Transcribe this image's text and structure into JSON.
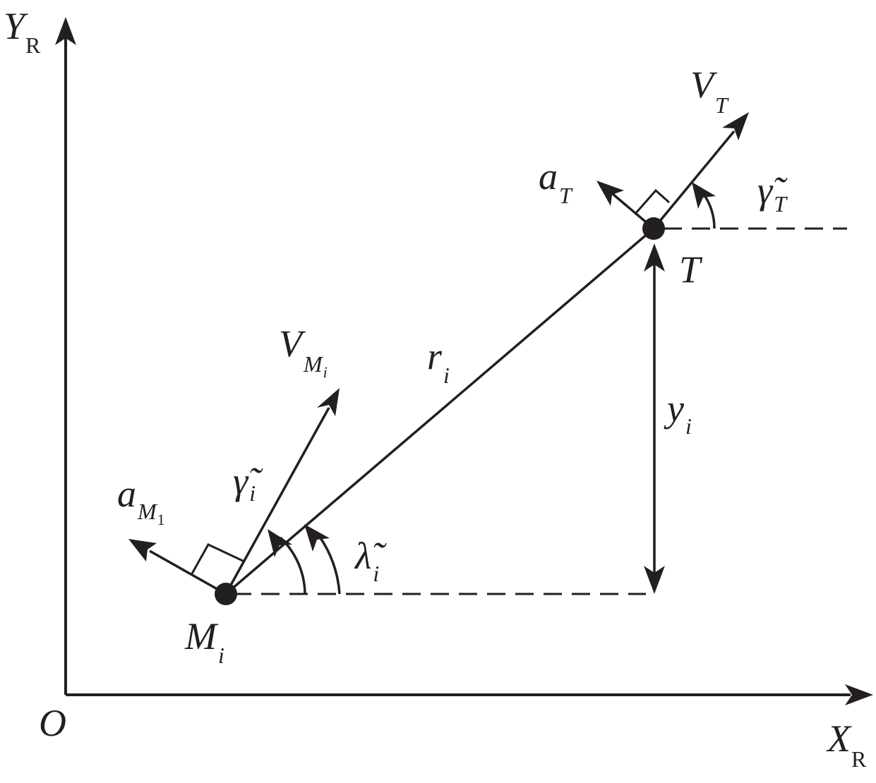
{
  "axes": {
    "y_label": "Y",
    "y_sub": "R",
    "x_label": "X",
    "x_sub": "R",
    "origin": "O"
  },
  "points": {
    "missile": {
      "label": "M",
      "sub": "i"
    },
    "target": {
      "label": "T"
    }
  },
  "vectors": {
    "missile_velocity": {
      "label": "V",
      "sub": "M",
      "subsub": "i"
    },
    "missile_accel": {
      "label": "a",
      "sub": "M",
      "subsub": "1"
    },
    "target_velocity": {
      "label": "V",
      "sub": "T"
    },
    "target_accel": {
      "label": "a",
      "sub": "T"
    }
  },
  "segments": {
    "range": {
      "label": "r",
      "sub": "i"
    },
    "height": {
      "label": "y",
      "sub": "i"
    }
  },
  "angles": {
    "missile_path": {
      "label": "γ̃",
      "sub": "i"
    },
    "line_of_sight": {
      "label": "λ̃",
      "sub": "i"
    },
    "target_path": {
      "label": "γ̃",
      "sub": "T"
    }
  },
  "colors": {
    "ink": "#231f20",
    "background": "#ffffff"
  }
}
